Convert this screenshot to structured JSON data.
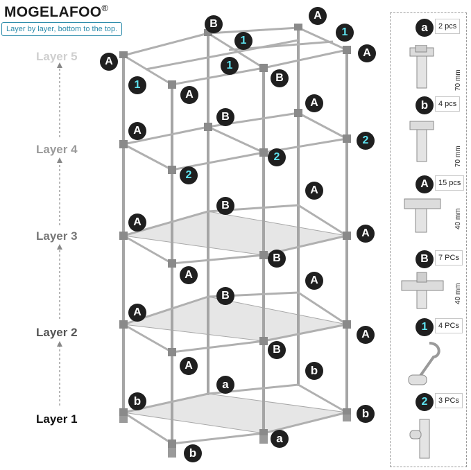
{
  "header": {
    "brand": "MOGELAFOO",
    "registered": "®",
    "subtitle": "Layer by layer, bottom to the top."
  },
  "layers": [
    {
      "label": "Layer 5",
      "color": "#cfcfcf"
    },
    {
      "label": "Layer 4",
      "color": "#9a9a9a"
    },
    {
      "label": "Layer 3",
      "color": "#777777"
    },
    {
      "label": "Layer 2",
      "color": "#555555"
    },
    {
      "label": "Layer 1",
      "color": "#111111"
    }
  ],
  "legend": [
    {
      "badge": "a",
      "count": "2 pcs",
      "dimension": "70 mm"
    },
    {
      "badge": "b",
      "count": "4 pcs",
      "dimension": "70 mm"
    },
    {
      "badge": "A",
      "count": "15 pcs",
      "dimension": "40 mm"
    },
    {
      "badge": "B",
      "count": "7 PCs",
      "dimension": "40 mm"
    },
    {
      "badge": "1",
      "count": "4 PCs",
      "dimension": ""
    },
    {
      "badge": "2",
      "count": "3 PCs",
      "dimension": ""
    }
  ],
  "callouts": {
    "A": "A",
    "B": "B",
    "a": "a",
    "b": "b",
    "one": "1",
    "two": "2"
  },
  "colors": {
    "badge_bg": "#1f1f1f",
    "badge_letter": "#ffffff",
    "badge_number": "#5fe3f0",
    "frame": "#9e9e9e",
    "shelf": "#e6e6e6",
    "accent": "#2d8cab"
  }
}
